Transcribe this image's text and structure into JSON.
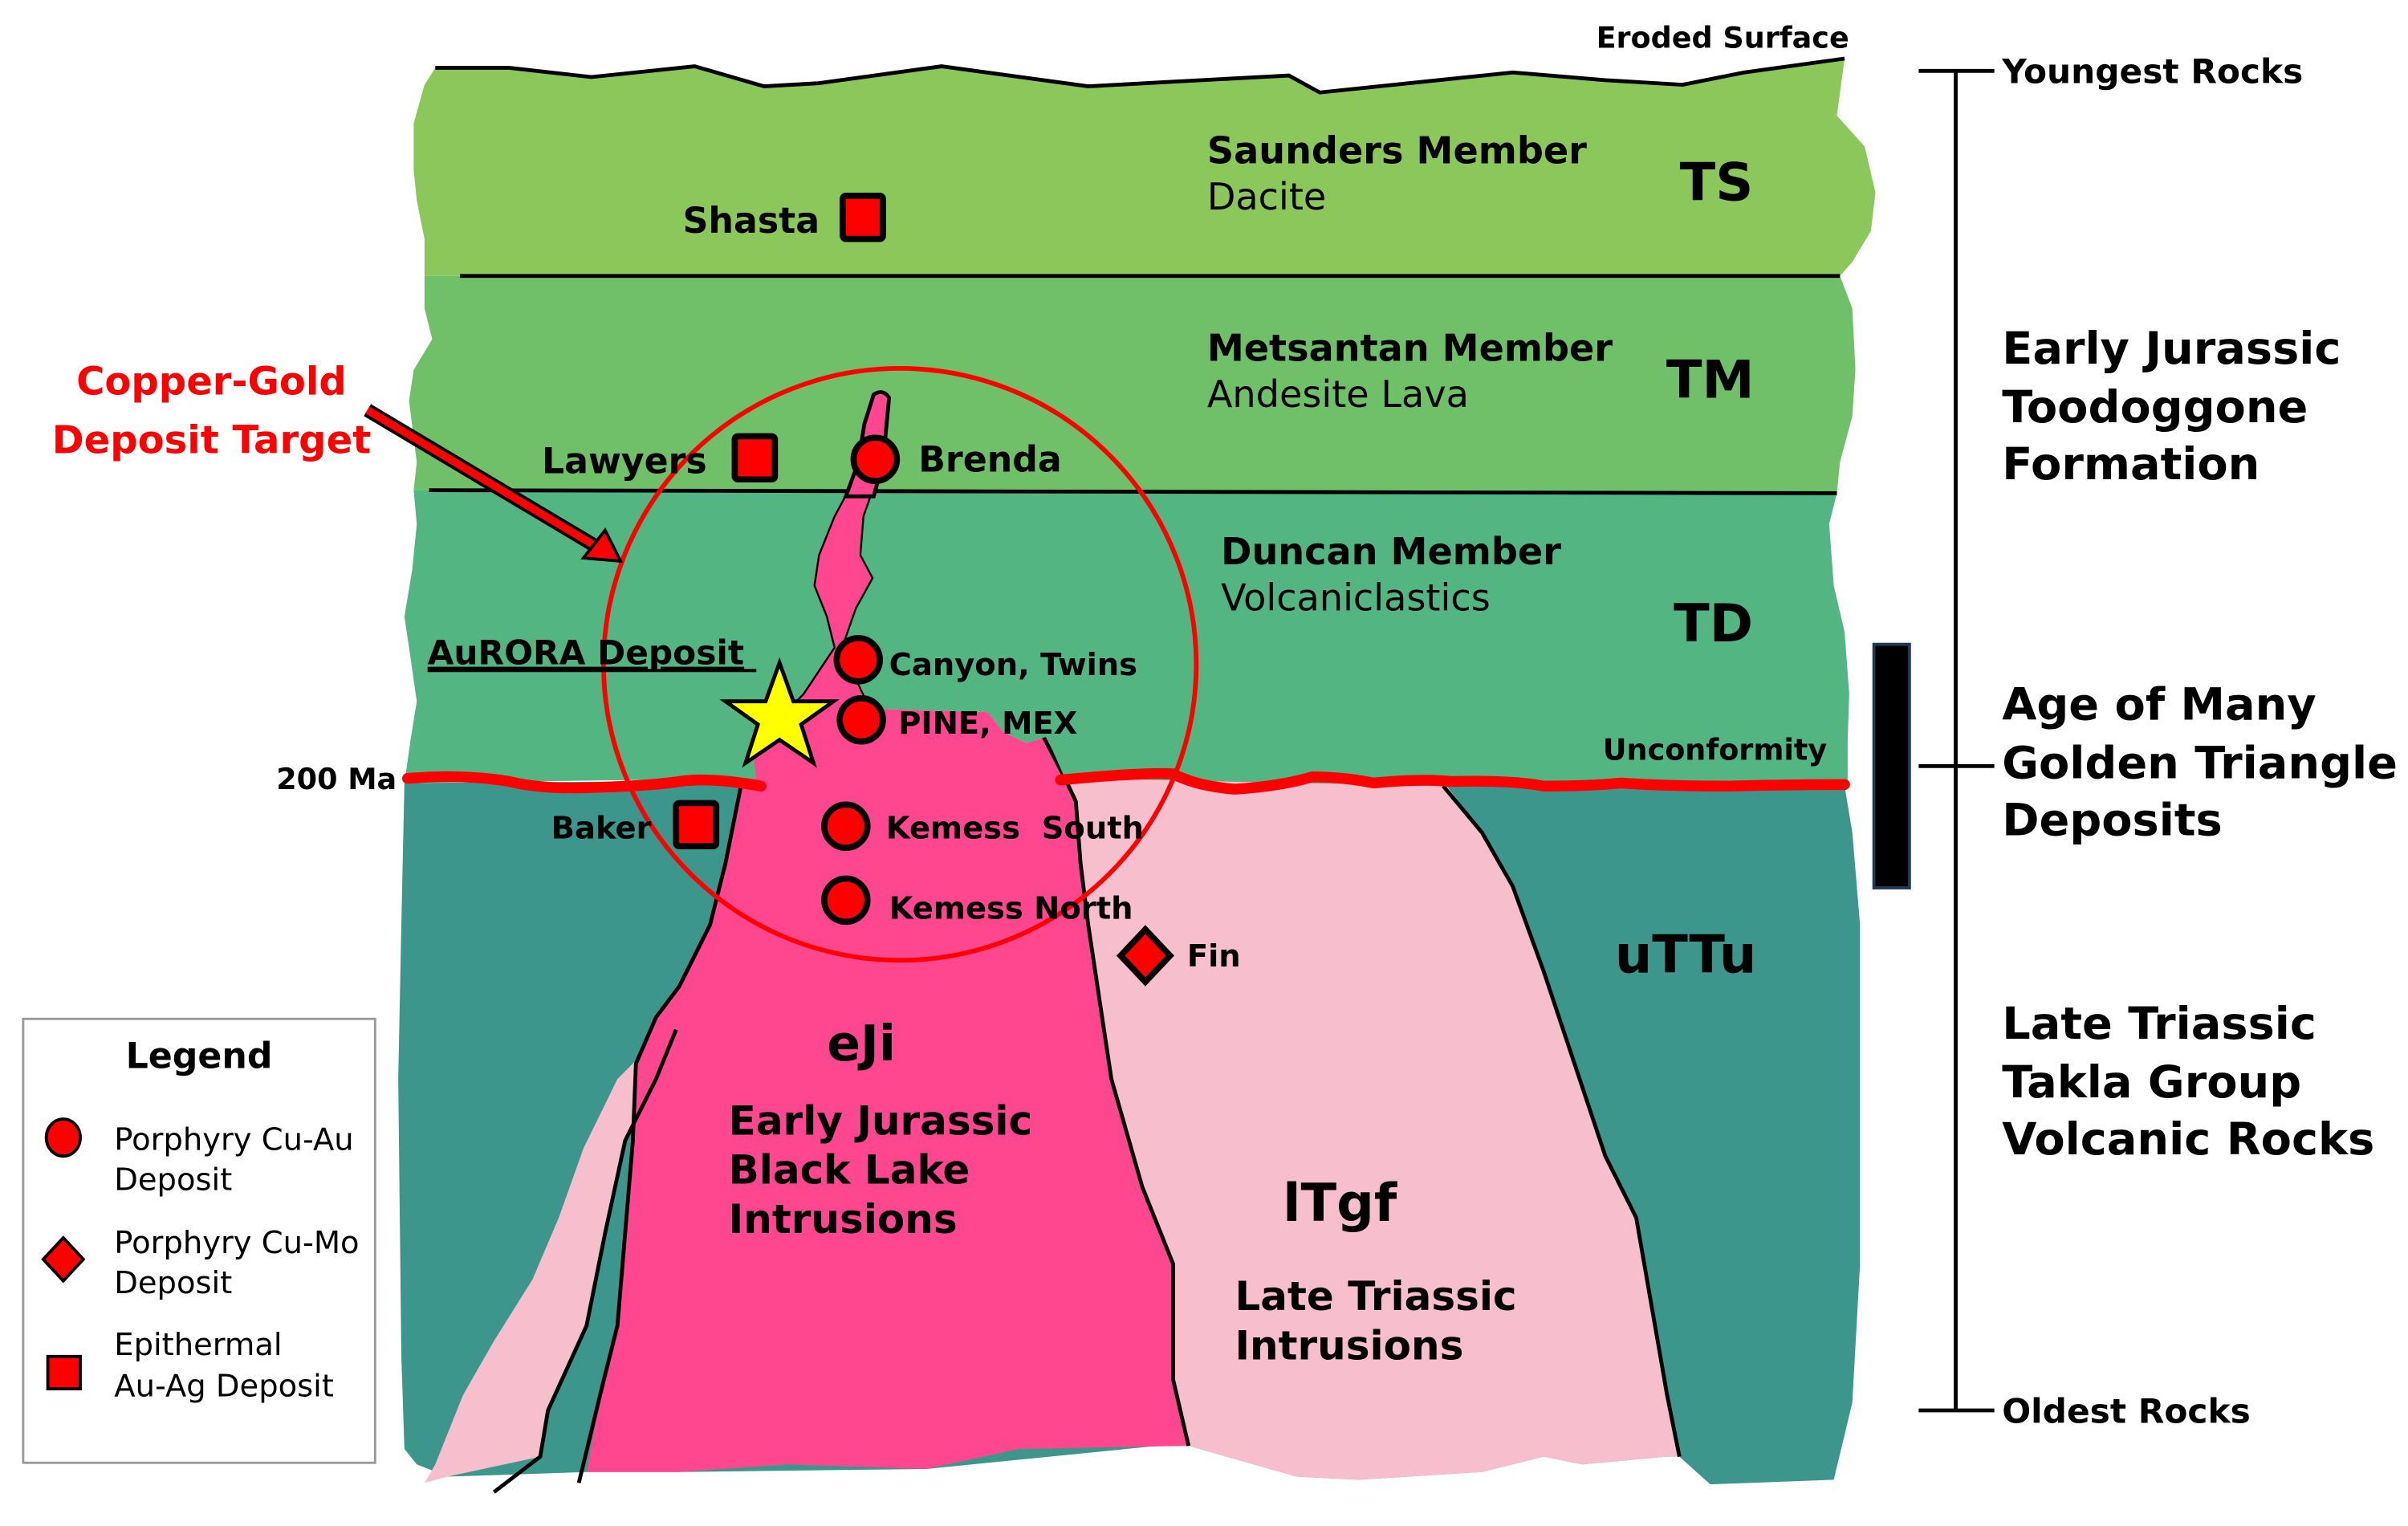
{
  "colors": {
    "ts_layer": "#8bc75a",
    "tm_layer": "#70c06a",
    "td_layer": "#52b582",
    "uttu_layer": "#3d968b",
    "ltgf_layer": "#f7bece",
    "eji_layer": "#ff4790",
    "deposit_marker": "#ff0000",
    "unconformity": "#ff0000",
    "target_circle": "#ff0000",
    "aurora_star": "#ffff00",
    "callout_text": "#ff0000"
  },
  "surface_label": "Eroded Surface",
  "layers": {
    "ts": {
      "code": "TS",
      "name": "Saunders Member",
      "lithology": "Dacite"
    },
    "tm": {
      "code": "TM",
      "name": "Metsantan Member",
      "lithology": "Andesite Lava"
    },
    "td": {
      "code": "TD",
      "name": "Duncan Member",
      "lithology": "Volcaniclastics"
    },
    "uttu": {
      "code": "uTTu"
    },
    "eji": {
      "code": "eJi",
      "description_lines": [
        "Early Jurassic",
        "Black Lake",
        "Intrusions"
      ]
    },
    "ltgf": {
      "code": "lTgf",
      "description_lines": [
        "Late Triassic",
        "Intrusions"
      ]
    }
  },
  "unconformity": {
    "label": "Unconformity",
    "age_label": "200 Ma"
  },
  "callout": {
    "lines": [
      "Copper-Gold",
      "Deposit Target"
    ]
  },
  "aurora_label": "AuRORA Deposit",
  "deposits": [
    {
      "name": "Shasta",
      "type": "epithermal"
    },
    {
      "name": "Lawyers",
      "type": "epithermal"
    },
    {
      "name": "Brenda",
      "type": "porphyry-cu-au"
    },
    {
      "name": "Canyon, Twins",
      "type": "porphyry-cu-au"
    },
    {
      "name": "PINE, MEX",
      "type": "porphyry-cu-au"
    },
    {
      "name": "Baker",
      "type": "epithermal"
    },
    {
      "name": "Kemess  South",
      "type": "porphyry-cu-au"
    },
    {
      "name": "Kemess North",
      "type": "porphyry-cu-au"
    },
    {
      "name": "Fin",
      "type": "porphyry-cu-mo"
    }
  ],
  "timescale": {
    "top_label": "Youngest Rocks",
    "bottom_label": "Oldest Rocks",
    "formation_lines": [
      "Early Jurassic",
      "Toodoggone",
      "Formation"
    ],
    "deposit_age_lines": [
      "Age of Many",
      "Golden Triangle",
      "Deposits"
    ],
    "takla_lines": [
      "Late Triassic",
      "Takla Group",
      "Volcanic Rocks"
    ]
  },
  "legend": {
    "title": "Legend",
    "items": [
      {
        "symbol": "circle",
        "lines": [
          "Porphyry Cu-Au",
          "Deposit"
        ]
      },
      {
        "symbol": "diamond",
        "lines": [
          "Porphyry Cu-Mo",
          "Deposit"
        ]
      },
      {
        "symbol": "square",
        "lines": [
          "Epithermal",
          "Au-Ag Deposit"
        ]
      }
    ]
  }
}
